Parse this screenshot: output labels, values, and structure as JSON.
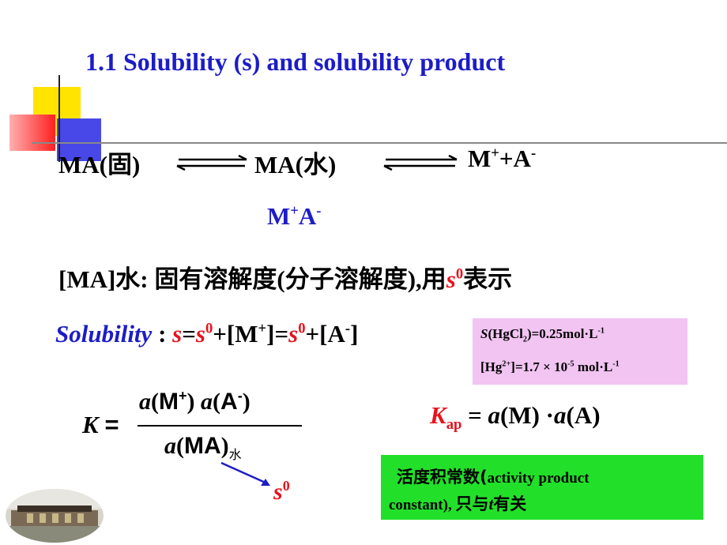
{
  "title": "1.1 Solubility (s) and solubility product",
  "equilibrium": {
    "solid": "MA(固)",
    "aqueous": "MA(水)",
    "ions": "M+ + A-",
    "ion_pair": "M+A-"
  },
  "intrinsic": {
    "lead": "[MA]水: 固有溶解度(分子溶解度),用",
    "symbol": "s",
    "symbol_sup": "0",
    "tail": "表示"
  },
  "solubility_eq": {
    "label": "Solubility",
    "colon": " : ",
    "expr": "s=s0+[M+]=s0+[A-]"
  },
  "hgcl2_box": {
    "line1": "S(HgCl2)=0.25mol·L-1",
    "line2": "[Hg2+]=1.7 × 10-5 mol·L-1",
    "bg": "#f2c4f2"
  },
  "k_formula": {
    "lhs": "K",
    "numerator": "a(M+) a(A-)",
    "denominator": "a(MA)水",
    "arrow_target": "s0"
  },
  "kap_formula": {
    "lhs": "Kap",
    "rhs": "= a(M) ·a(A)"
  },
  "green_box": {
    "line1_cn": "活度积常数(",
    "line1_en": "activity product",
    "line2_en": "constant), ",
    "line2_cn": "只与",
    "line2_var": "t",
    "line2_tail": "有关",
    "bg": "#22e02a"
  },
  "colors": {
    "title": "#1c1cc8",
    "accent_red": "#e8121e",
    "accent_blue": "#1c1cc8"
  }
}
